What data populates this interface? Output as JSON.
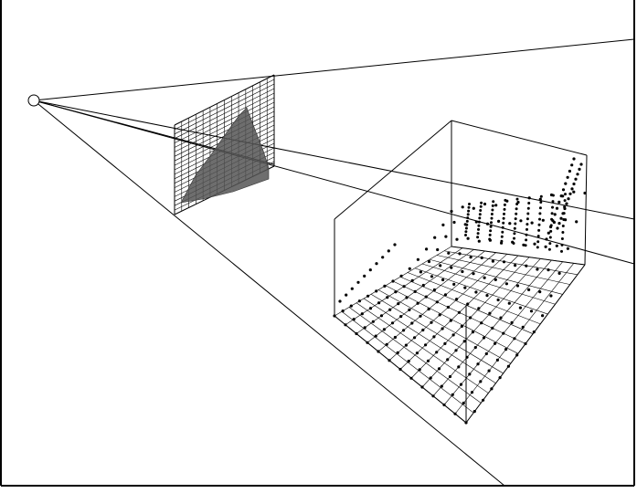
{
  "diagram": {
    "kind": "perspective-projection-illustration",
    "colors": {
      "background": "#ffffff",
      "frame": "#000000",
      "lines": "#000000",
      "grid": "#000000",
      "projected_shape": "#555555",
      "points": "#000000"
    },
    "components": [
      "viewpoint-circle",
      "view-frustum-lines",
      "image-plane-grid",
      "projected-silhouette",
      "bounding-box",
      "ground-mesh",
      "depth-points"
    ]
  }
}
